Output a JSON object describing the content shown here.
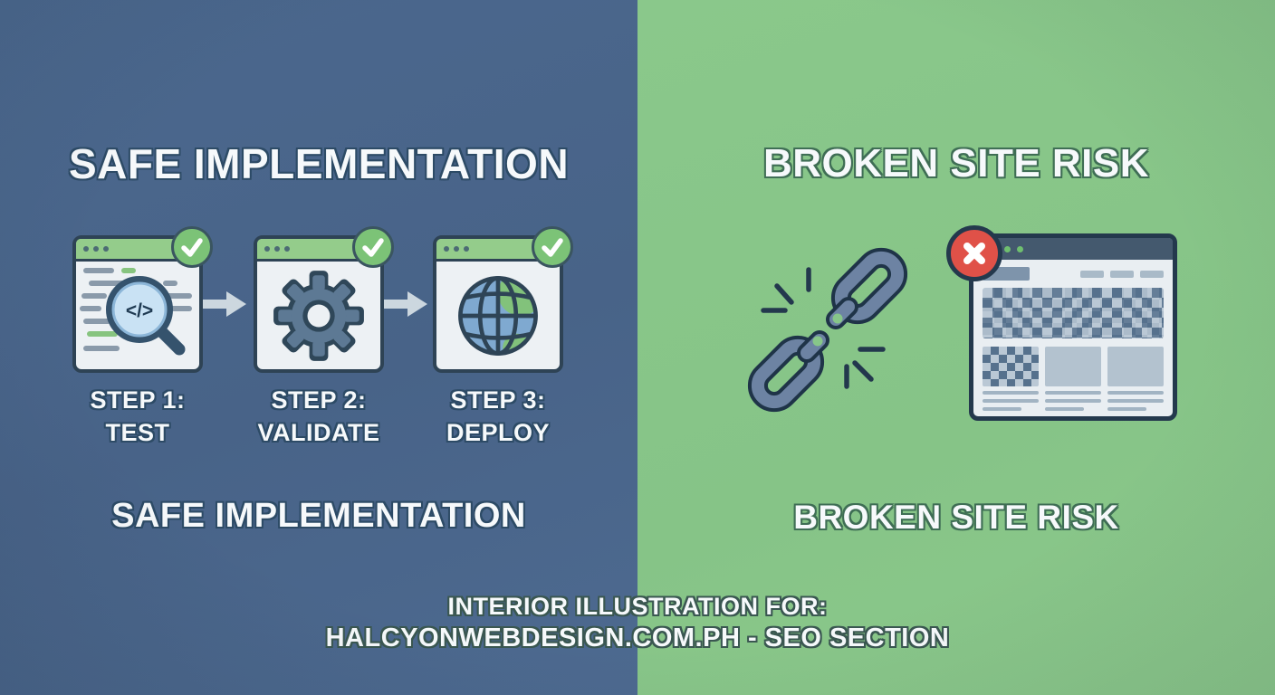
{
  "left": {
    "title": "SAFE IMPLEMENTATION",
    "subtitle": "SAFE IMPLEMENTATION",
    "magnifier_glyph": "</>",
    "steps": [
      {
        "label_line1": "STEP 1:",
        "label_line2": "TEST",
        "icon": "code-search-browser-icon"
      },
      {
        "label_line1": "STEP 2:",
        "label_line2": "VALIDATE",
        "icon": "gear-browser-icon"
      },
      {
        "label_line1": "STEP 3:",
        "label_line2": "DEPLOY",
        "icon": "globe-browser-icon"
      }
    ]
  },
  "right": {
    "title": "BROKEN SITE RISK",
    "subtitle": "BROKEN SITE RISK"
  },
  "footer": {
    "line1": "INTERIOR ILLUSTRATION FOR:",
    "line2": "HALCYONWEBDESIGN.COM.PH - SEO SECTION"
  },
  "icons": [
    "check-icon",
    "arrow-right-icon",
    "code-search-icon",
    "gear-icon",
    "globe-icon",
    "broken-link-icon",
    "error-cross-icon",
    "browser-window-icon"
  ],
  "colors": {
    "left_background": "#486388",
    "right_background": "#88c689",
    "success_green": "#7cc377",
    "header_green": "#94cc8b",
    "danger_red": "#e05148",
    "ink_navy": "#2e4355",
    "steel_blue": "#5d7994",
    "text_white": "#f6f9fb"
  }
}
